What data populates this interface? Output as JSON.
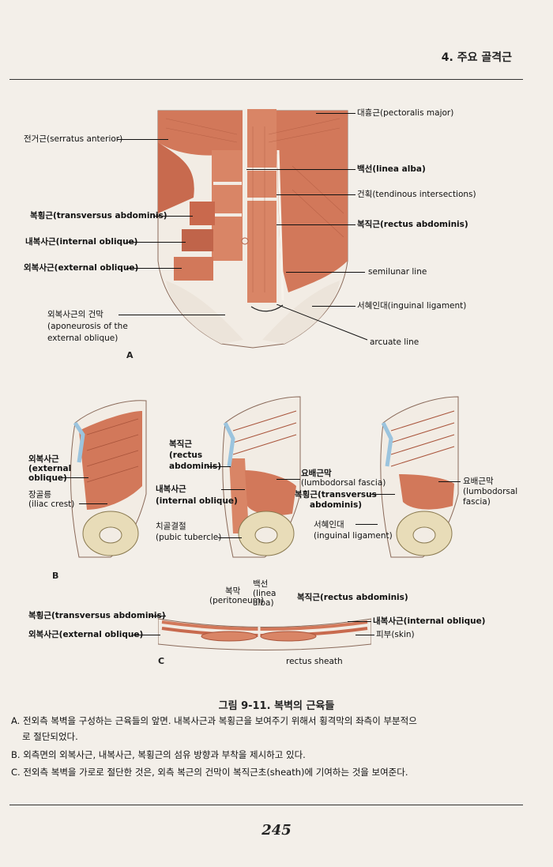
{
  "header": {
    "section_title": "4. 주요 골격근"
  },
  "figureA": {
    "panel_label": "A",
    "labels": {
      "pectoralis": "대흉근(pectoralis major)",
      "serratus": "전거근(serratus anterior)",
      "linea_alba": "백선(linea alba)",
      "tendinous": "건획(tendinous intersections)",
      "transversus": "복횡근(transversus abdominis)",
      "rectus": "복직근(rectus abdominis)",
      "internal_oblique": "내복사근(internal oblique)",
      "external_oblique": "외복사근(external oblique)",
      "semilunar": "semilunar line",
      "inguinal": "서혜인대(inguinal ligament)",
      "aponeurosis_1": "외복사근의 건막",
      "aponeurosis_2": "(aponeurosis of the",
      "aponeurosis_3": "external oblique)",
      "arcuate": "arcuate line"
    }
  },
  "figureB": {
    "panel_label": "B",
    "labels": {
      "external_oblique_1": "외복사근",
      "external_oblique_2": "(external",
      "external_oblique_3": "oblique)",
      "iliac_1": "장골릉",
      "iliac_2": "(iliac crest)",
      "rectus_1": "복직근",
      "rectus_2": "(rectus",
      "rectus_3": "abdominis)",
      "lumbodorsal_mid_1": "요배근막",
      "lumbodorsal_mid_2": "(lumbodorsal fascia)",
      "internal_1": "내복사근",
      "internal_2": "(internal oblique)",
      "transversus_1": "복횡근(transversus",
      "transversus_2": "abdominis)",
      "pubic_1": "치골결절",
      "pubic_2": "(pubic tubercle)",
      "inguinal_1": "서혜인대",
      "inguinal_2": "(inguinal ligament)",
      "lumbodorsal_r_1": "요배근막",
      "lumbodorsal_r_2": "(lumbodorsal",
      "lumbodorsal_r_3": "fascia)"
    }
  },
  "figureC": {
    "panel_label": "C",
    "labels": {
      "peritoneum_1": "복막",
      "peritoneum_2": "(peritoneum)",
      "linea_1": "백선",
      "linea_2": "(linea",
      "linea_3": "alba)",
      "rectus": "복직근(rectus abdominis)",
      "transversus": "복횡근(transversus abdominis)",
      "internal": "내복사근(internal oblique)",
      "external": "외복사근(external oblique)",
      "skin": "피부(skin)",
      "sheath": "rectus sheath"
    }
  },
  "caption": {
    "title": "그림 9-11. 복벽의 근육들",
    "line_a1": "A. 전외측 복벽을 구성하는 근육들의 앞면. 내복사근과 복횡근을 보여주기 위해서 횡격막의 좌측이 부분적으",
    "line_a2": "로 절단되었다.",
    "line_b": "B. 외측면의 외복사근, 내복사근, 복횡근의 섬유 방향과 부착을 제시하고 있다.",
    "line_c": "C. 전외측 복벽을 가로로 절단한 것은, 외측 복근의 건막이 복직근초(sheath)에 기여하는 것을 보여준다."
  },
  "page_number": "245",
  "colors": {
    "muscle": "#d2785a",
    "muscle_dark": "#b05a3f",
    "tendon": "#f2ece4",
    "bone": "#e8dcb8",
    "fascia_blue": "#9bc4de"
  }
}
